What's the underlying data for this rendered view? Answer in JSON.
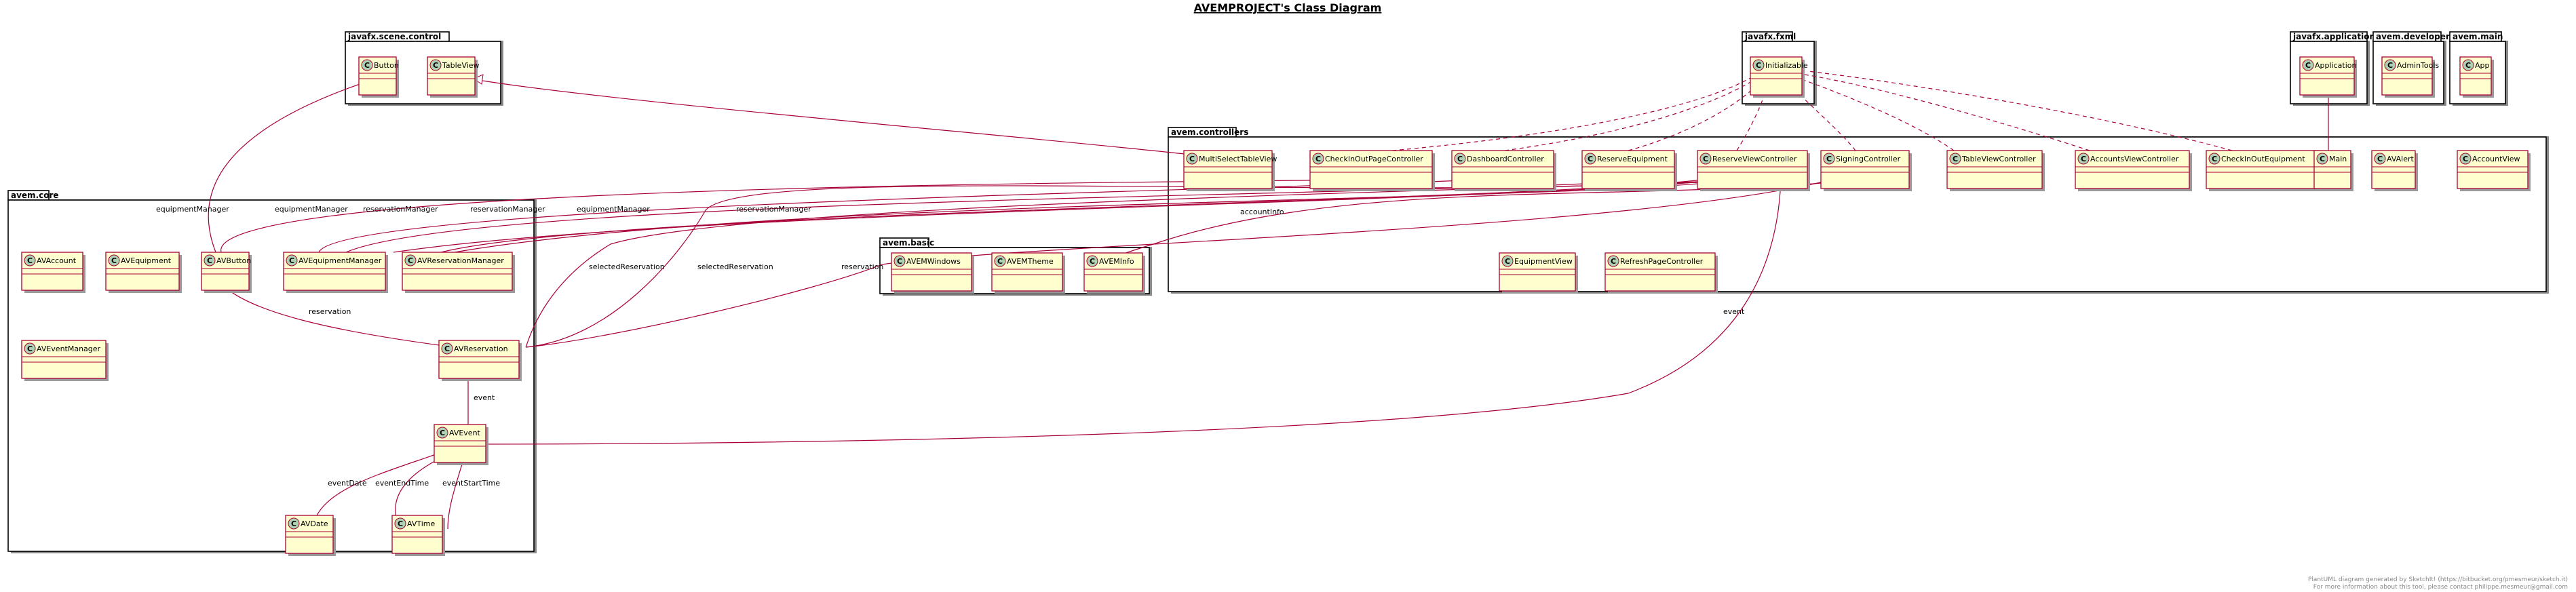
{
  "title": "AVEMPROJECT's Class Diagram",
  "footer": {
    "line1": "PlantUML diagram generated by SketchIt! (https://bitbucket.org/pmesmeur/sketch.it)",
    "line2": "For more information about this tool, please contact philippe.mesmeur@gmail.com"
  },
  "colors": {
    "class_fill": "#FEFECE",
    "class_border": "#A80036",
    "stereotype_circle": "#ADD1B2",
    "relation": "#A80036"
  },
  "class_icon_letter": "C",
  "packages": {
    "javafx_scene_control": "javafx.scene.control",
    "javafx_fxml": "javafx.fxml",
    "javafx_application": "javafx.application",
    "avem_developer": "avem.developer",
    "avem_main": "avem.main",
    "avem_controllers": "avem.controllers",
    "avem_core": "avem.core",
    "avem_basic": "avem.basic"
  },
  "classes": {
    "button": "Button",
    "tableview": "TableView",
    "initializable": "Initializable",
    "application": "Application",
    "admintools": "AdminTools",
    "app": "App",
    "multiselecttableview": "MultiSelectTableView",
    "checkinoutpagecontroller": "CheckInOutPageController",
    "dashboardcontroller": "DashboardController",
    "reserveequipment": "ReserveEquipment",
    "reserveviewcontroller": "ReserveViewController",
    "signingcontroller": "SigningController",
    "tableviewcontroller": "TableViewController",
    "accountsviewcontroller": "AccountsViewController",
    "checkinoutequipment": "CheckInOutEquipment",
    "main": "Main",
    "avalert": "AVAlert",
    "accountview": "AccountView",
    "equipmentview": "EquipmentView",
    "refreshpagecontroller": "RefreshPageController",
    "avaccount": "AVAccount",
    "avequipment": "AVEquipment",
    "avbutton": "AVButton",
    "avequipmentmanager": "AVEquipmentManager",
    "avreservationmanager": "AVReservationManager",
    "aveventmanager": "AVEventManager",
    "avreservation": "AVReservation",
    "avevent": "AVEvent",
    "avdate": "AVDate",
    "avtime": "AVTime",
    "avemwindows": "AVEMWindows",
    "avemtheme": "AVEMTheme",
    "aveminfo": "AVEMInfo"
  },
  "relation_labels": {
    "equipmentManager_1": "equipmentManager",
    "equipmentManager_2": "equipmentManager",
    "reservationManager_1": "reservationManager",
    "reservationManager_2": "reservationManager",
    "equipmentManager_3": "equipmentManager",
    "reservationManager_3": "reservationManager",
    "accountInfo": "accountInfo",
    "selectedReservation_1": "selectedReservation",
    "selectedReservation_2": "selectedReservation",
    "reservation_1": "reservation",
    "reservation_2": "reservation",
    "event_1": "event",
    "event_2": "event",
    "eventDate": "eventDate",
    "eventEndTime": "eventEndTime",
    "eventStartTime": "eventStartTime"
  }
}
